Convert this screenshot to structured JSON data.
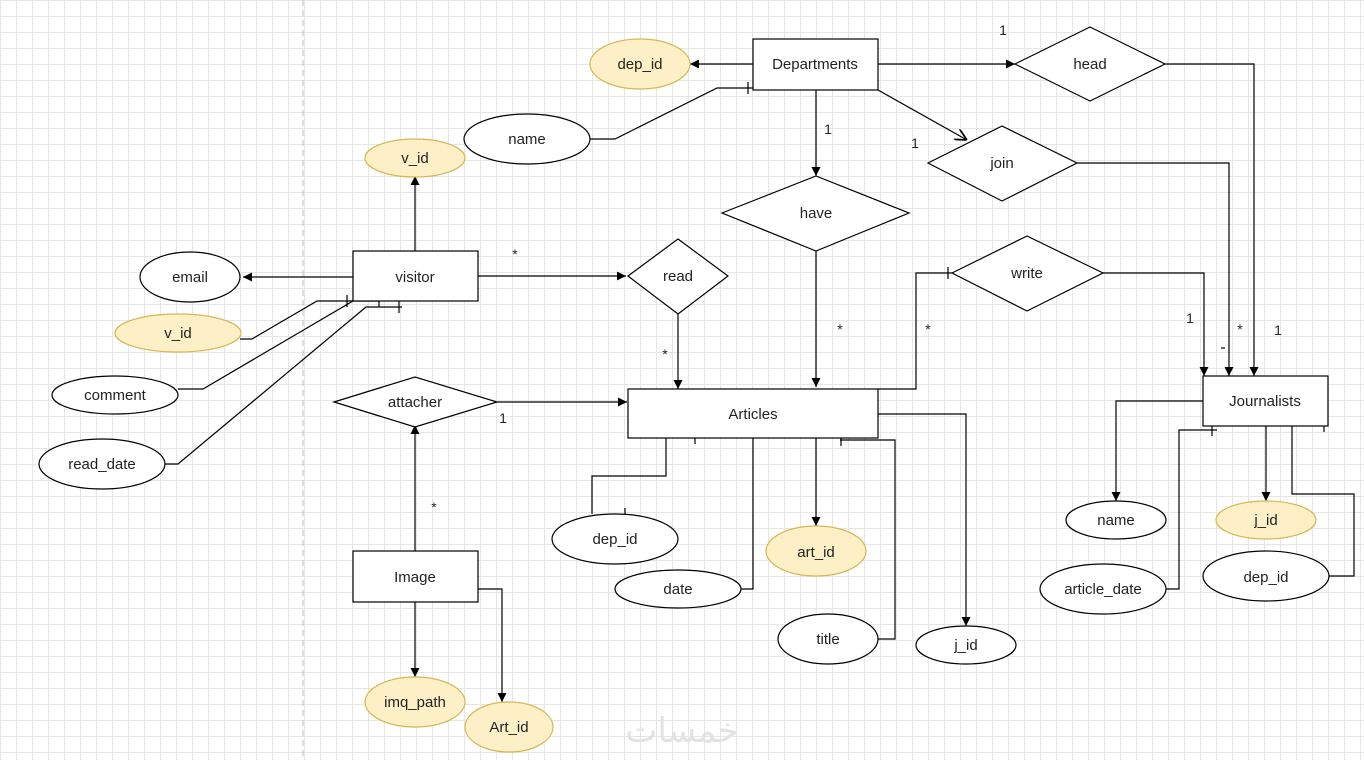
{
  "entities": [
    {
      "id": "departments",
      "label": "Departments"
    },
    {
      "id": "visitor",
      "label": "visitor"
    },
    {
      "id": "articles",
      "label": "Articles"
    },
    {
      "id": "journalists",
      "label": "Journalists"
    },
    {
      "id": "image",
      "label": "Image"
    }
  ],
  "relationships": [
    {
      "id": "head",
      "label": "head"
    },
    {
      "id": "join",
      "label": "join"
    },
    {
      "id": "have",
      "label": "have"
    },
    {
      "id": "read",
      "label": "read"
    },
    {
      "id": "write",
      "label": "write"
    },
    {
      "id": "attacher",
      "label": "attacher"
    }
  ],
  "attributes": [
    {
      "id": "dep-id-dept",
      "label": "dep_id",
      "key": true
    },
    {
      "id": "name-dept",
      "label": "name",
      "key": false
    },
    {
      "id": "v-id-top",
      "label": "v_id",
      "key": true
    },
    {
      "id": "email",
      "label": "email",
      "key": false
    },
    {
      "id": "v-id-visitor",
      "label": "v_id",
      "key": true
    },
    {
      "id": "comment",
      "label": "comment",
      "key": false
    },
    {
      "id": "read-date",
      "label": "read_date",
      "key": false
    },
    {
      "id": "dep-id-article",
      "label": "dep_id",
      "key": false
    },
    {
      "id": "date",
      "label": "date",
      "key": false
    },
    {
      "id": "art-id",
      "label": "art_id",
      "key": true
    },
    {
      "id": "title",
      "label": "title",
      "key": false
    },
    {
      "id": "j-id-article",
      "label": "j_id",
      "key": false
    },
    {
      "id": "name-journalist",
      "label": "name",
      "key": false
    },
    {
      "id": "j-id-journalist",
      "label": "j_id",
      "key": true
    },
    {
      "id": "article-date",
      "label": "article_date",
      "key": false
    },
    {
      "id": "dep-id-journalist",
      "label": "dep_id",
      "key": false
    },
    {
      "id": "imq-path",
      "label": "imq_path",
      "key": true
    },
    {
      "id": "art-id-image",
      "label": "Art_id",
      "key": true
    }
  ],
  "cardinalities": [
    {
      "id": "head-1",
      "label": "1"
    },
    {
      "id": "join-1",
      "label": "1"
    },
    {
      "id": "have-1",
      "label": "1"
    },
    {
      "id": "read-star",
      "label": "*"
    },
    {
      "id": "read-star-art",
      "label": "*"
    },
    {
      "id": "have-star",
      "label": "*"
    },
    {
      "id": "write-star",
      "label": "*"
    },
    {
      "id": "write-1",
      "label": "1"
    },
    {
      "id": "join-star",
      "label": "*"
    },
    {
      "id": "head-1-j",
      "label": "1"
    },
    {
      "id": "attacher-1",
      "label": "1"
    },
    {
      "id": "attacher-star",
      "label": "*"
    }
  ],
  "colors": {
    "key_fill": "#fdf0c6",
    "key_stroke": "#d6b656",
    "shape_fill": "#ffffff",
    "stroke": "#000000"
  },
  "watermark": "خمسات"
}
